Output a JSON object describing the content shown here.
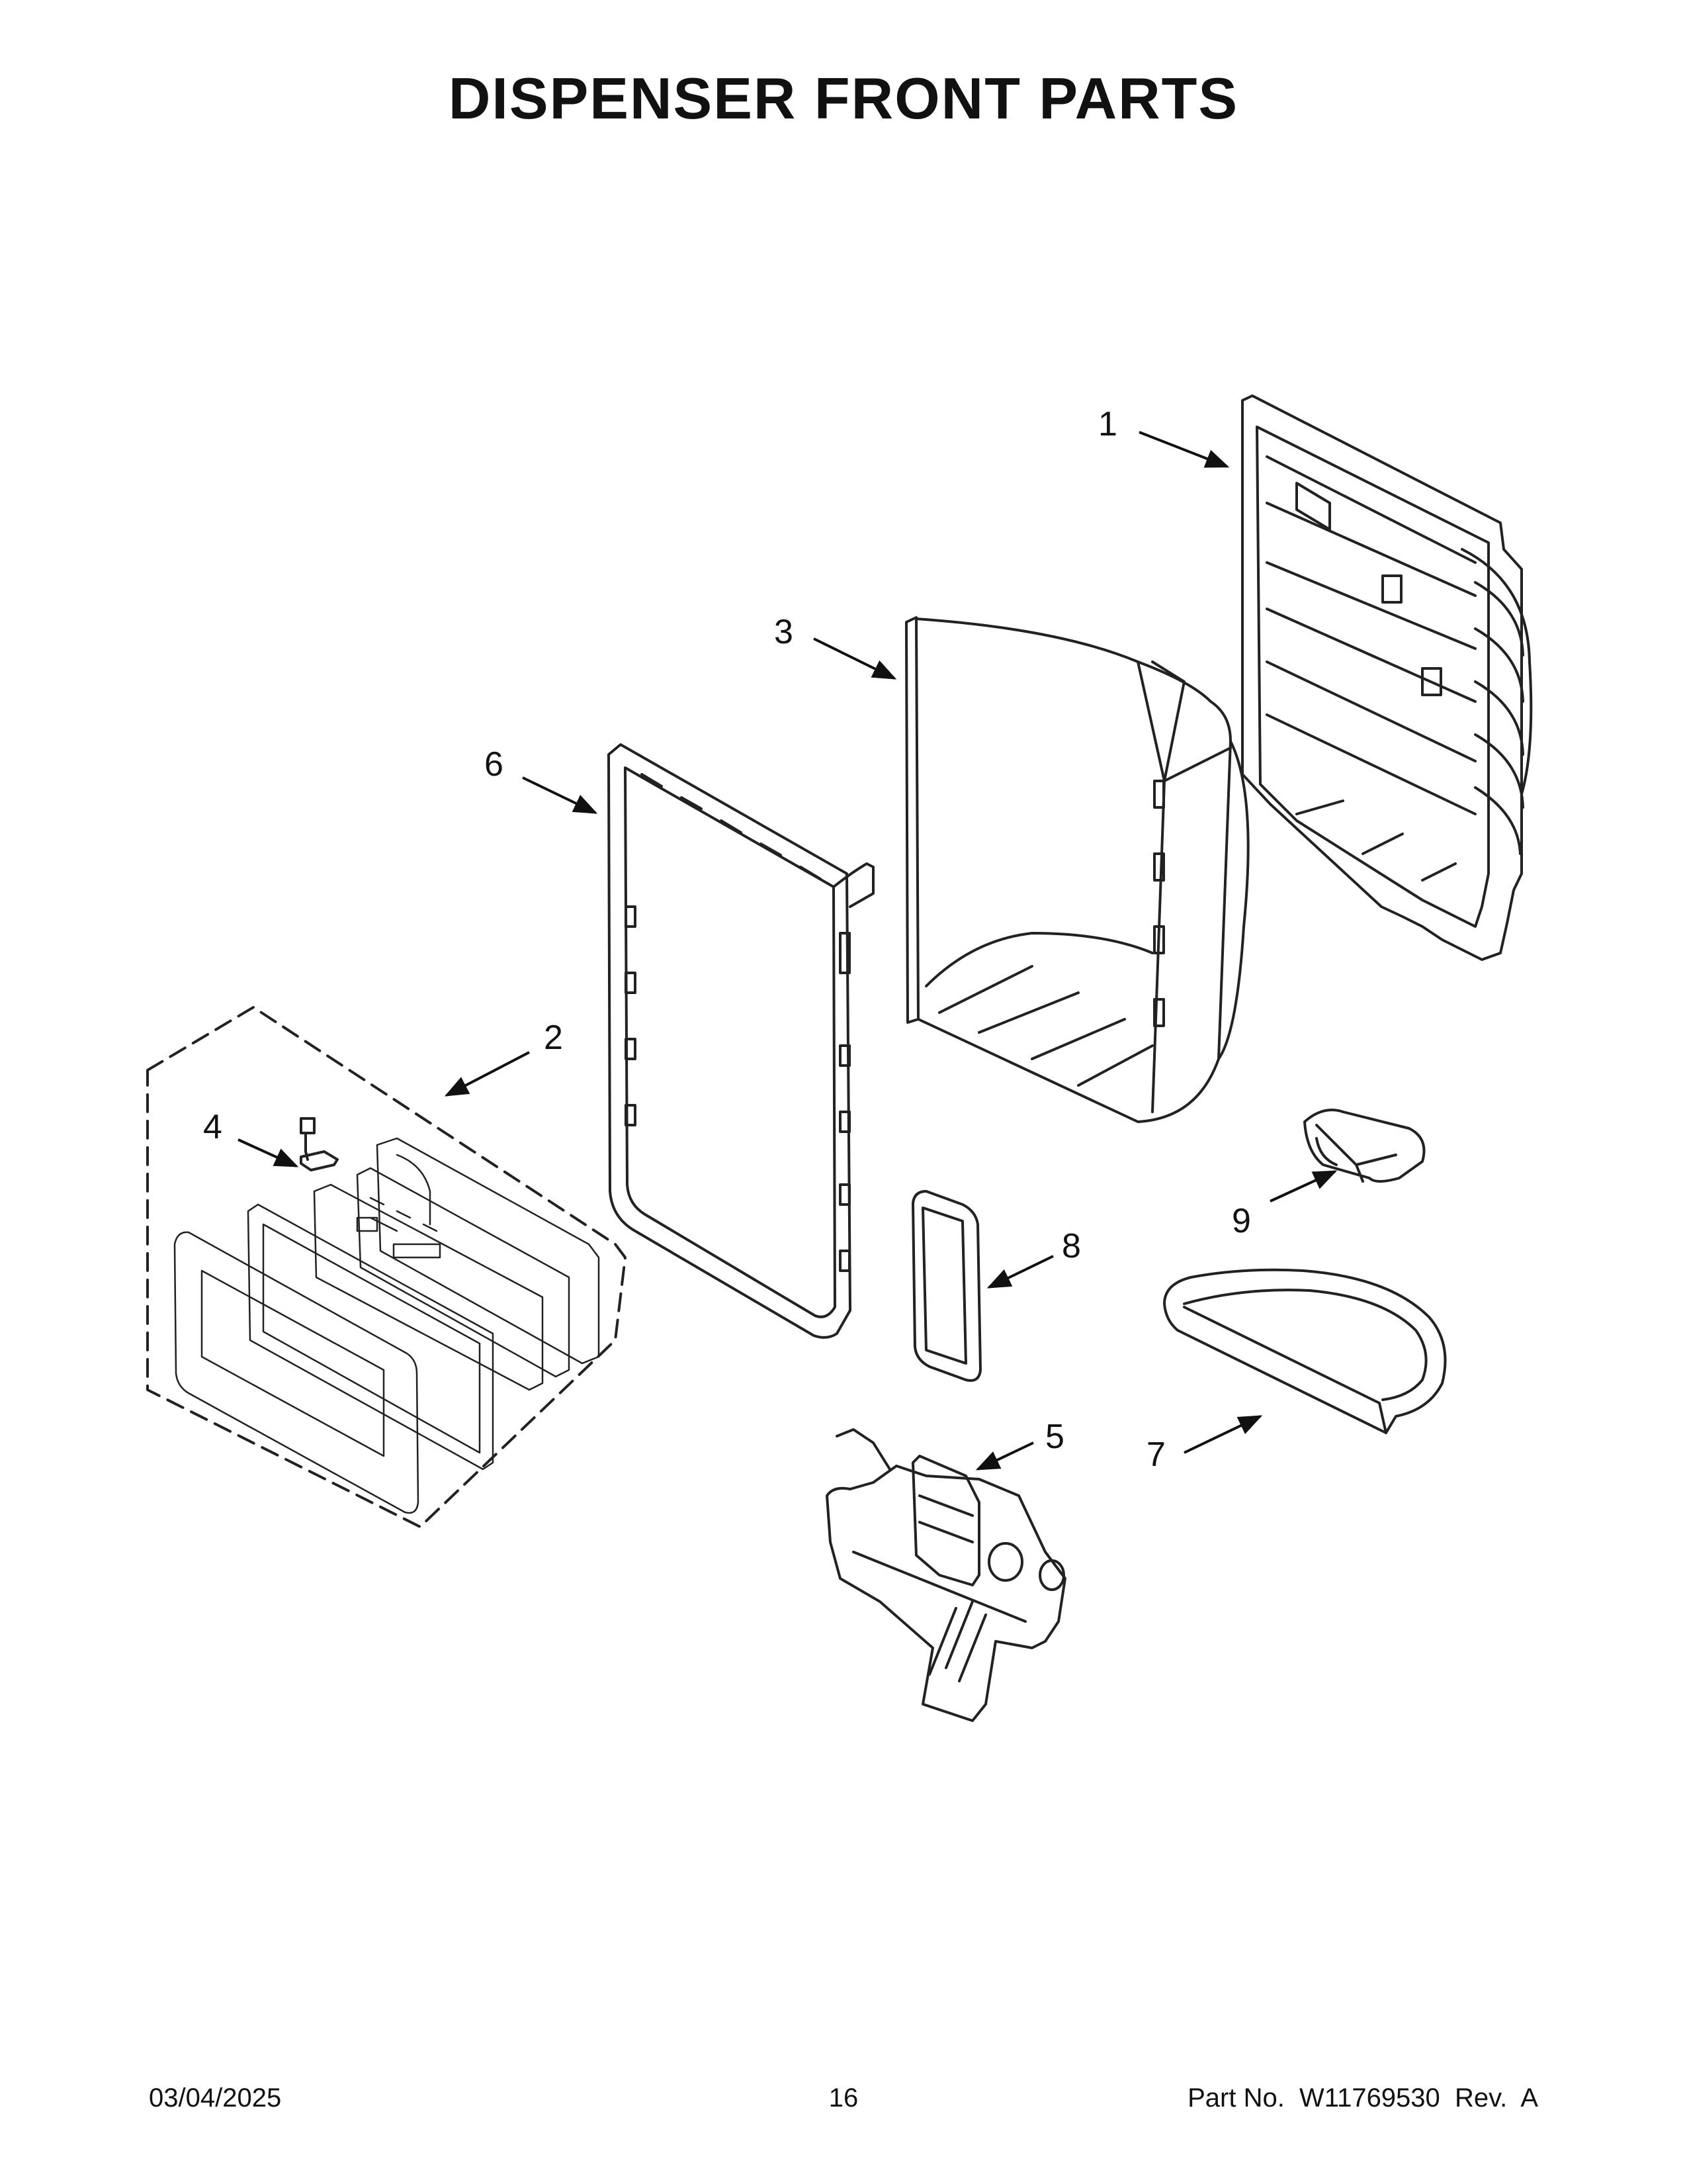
{
  "title": "DISPENSER FRONT PARTS",
  "footer": {
    "date": "03/04/2025",
    "page": "16",
    "part_number": "Part No.  W11769530  Rev.  A"
  },
  "callouts": [
    "1",
    "2",
    "3",
    "4",
    "5",
    "6",
    "7",
    "8",
    "9"
  ]
}
